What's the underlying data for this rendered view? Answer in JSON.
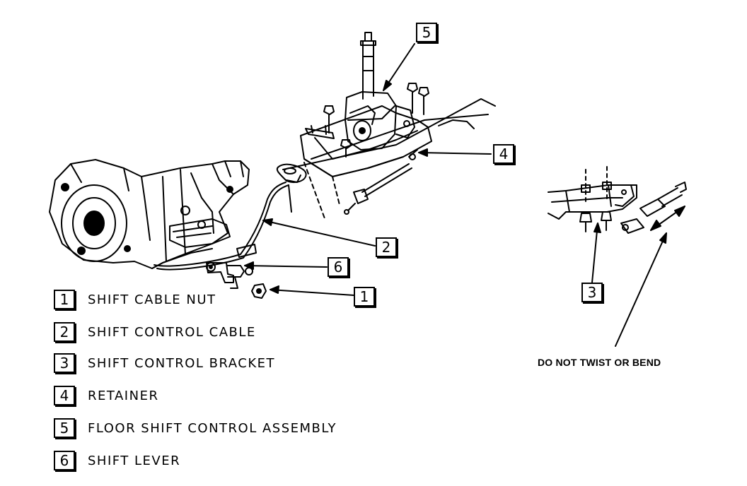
{
  "callouts": {
    "c1": "1",
    "c2": "2",
    "c3": "3",
    "c4": "4",
    "c5": "5",
    "c6": "6"
  },
  "legend": [
    {
      "num": "1",
      "label": "SHIFT CABLE NUT"
    },
    {
      "num": "2",
      "label": "SHIFT CONTROL CABLE"
    },
    {
      "num": "3",
      "label": "SHIFT CONTROL BRACKET"
    },
    {
      "num": "4",
      "label": "RETAINER"
    },
    {
      "num": "5",
      "label": "FLOOR SHIFT CONTROL ASSEMBLY"
    },
    {
      "num": "6",
      "label": "SHIFT LEVER"
    }
  ],
  "warning": "DO NOT TWIST OR BEND"
}
